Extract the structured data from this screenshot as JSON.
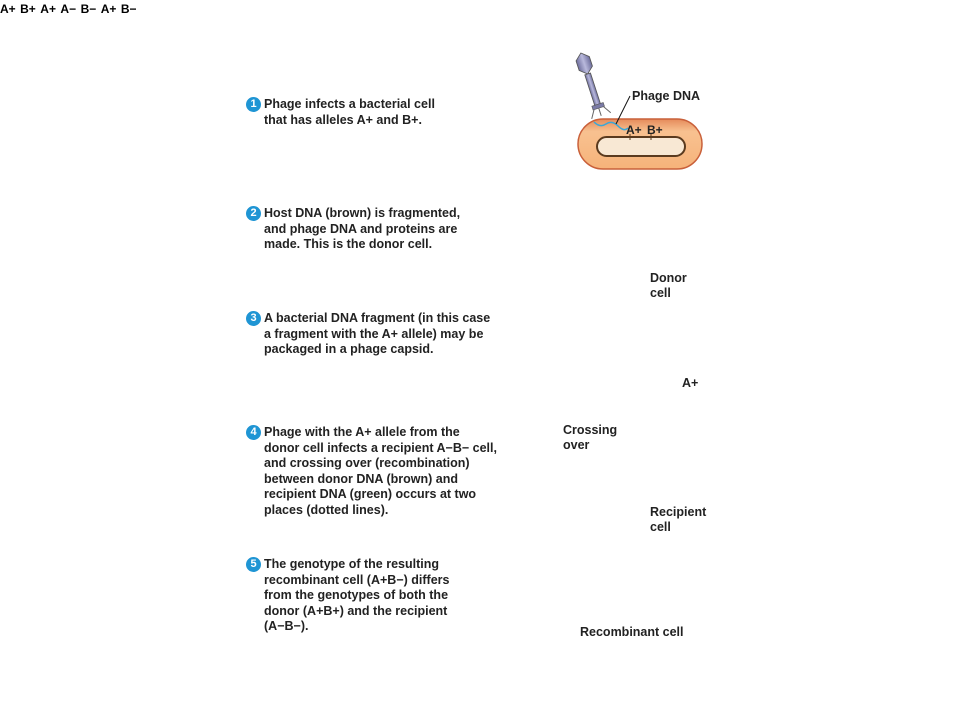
{
  "steps": [
    {
      "num": "1",
      "text": "Phage infects a bacterial cell\nthat has alleles A+ and B+."
    },
    {
      "num": "2",
      "text": "Host DNA (brown) is fragmented,\nand phage DNA and proteins are\nmade. This is the donor cell."
    },
    {
      "num": "3",
      "text": "A bacterial DNA fragment (in this case\na fragment with the A+ allele) may be\npackaged in a phage capsid."
    },
    {
      "num": "4",
      "text": "Phage with the A+ allele from the\ndonor cell infects a recipient A−B− cell,\nand crossing over (recombination)\nbetween donor DNA (brown) and\nrecipient DNA (green) occurs at two\nplaces (dotted lines)."
    },
    {
      "num": "5",
      "text": "The genotype of the resulting\nrecombinant cell (A+B−) differs\nfrom the genotypes of both the\ndonor (A+B+) and the recipient\n(A−B−)."
    }
  ],
  "labels": {
    "phage_dna": "Phage DNA",
    "donor_cell": "Donor\ncell",
    "crossing_over": "Crossing\nover",
    "recipient_cell": "Recipient\ncell",
    "recombinant_cell": "Recombinant cell",
    "a_plus_released": "A+"
  },
  "alleles": {
    "cell1_a": "A+",
    "cell1_b": "B+",
    "cell2_a": "A+",
    "cell2_b": "B+",
    "cell4_top": "A+",
    "cell4_a": "A−",
    "cell4_b": "B−",
    "cell5_a": "A+",
    "cell5_b": "B−"
  },
  "colors": {
    "step_badge": "#1f95d4",
    "cell_fill": "#f6b37a",
    "cell_outline": "#c9603a",
    "host_dna": "#5a3a1e",
    "phage_dna": "#3aa7d8",
    "recipient_dna": "#3aa657",
    "phage": "#8f8fb8"
  }
}
